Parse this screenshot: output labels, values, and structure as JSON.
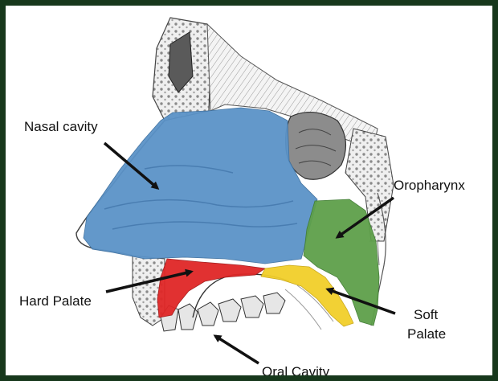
{
  "labels": {
    "nasal_cavity": "Nasal cavity",
    "oropharynx": "Oropharynx",
    "hard_palate": "Hard Palate",
    "soft_palate_line1": "Soft",
    "soft_palate_line2": "Palate",
    "oral_cavity": "Oral Cavity"
  },
  "colors": {
    "nasal_cavity": "#5b93c8",
    "oropharynx": "#5ea04a",
    "hard_palate": "#e02727",
    "soft_palate": "#f2cf2a",
    "frame": "#17381c",
    "bone": "#d9d9d9",
    "arrow": "#111111"
  }
}
